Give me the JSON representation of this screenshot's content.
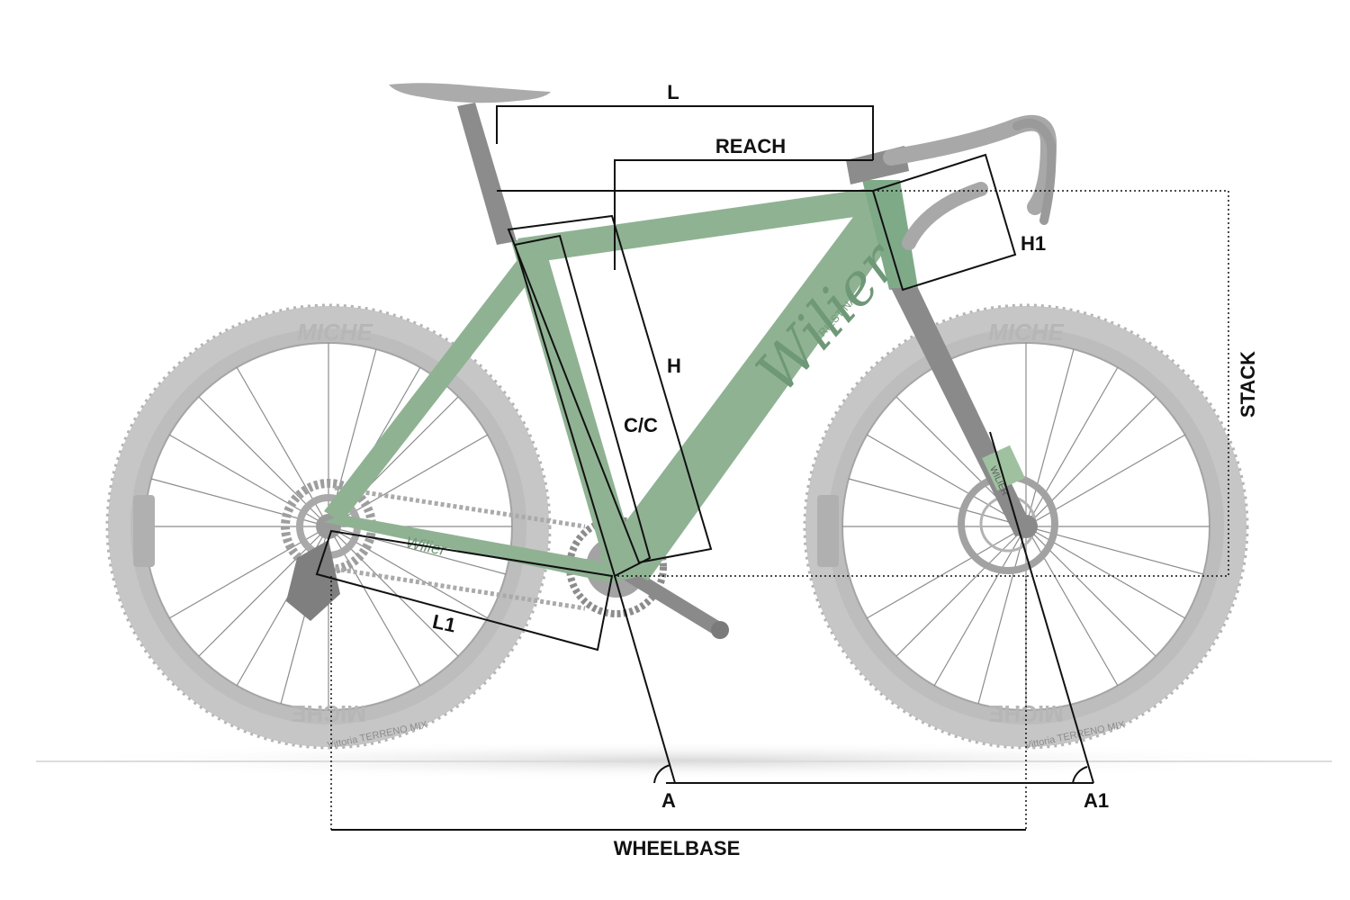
{
  "colors": {
    "frame": "#8fb293",
    "frame_dark": "#6f9877",
    "tire": "#c9c9c9",
    "tire_dark": "#a9a9a9",
    "rim": "#9a9a9a",
    "component": "#8e8e8e",
    "line": "#111111",
    "ground": "#e8e8e8"
  },
  "tire_brand": "MICHE",
  "tire_model": "Vittoria TERRENO MIX",
  "frame_brand": "Wilier",
  "frame_model": "TRIESTINA",
  "fork_brand": "WILIER",
  "labels": {
    "L": "L",
    "reach": "REACH",
    "h1": "H1",
    "h": "H",
    "cc": "C/C",
    "stack": "STACK",
    "l1": "L1",
    "a": "A",
    "a1": "A1",
    "wheelbase": "WHEELBASE"
  }
}
